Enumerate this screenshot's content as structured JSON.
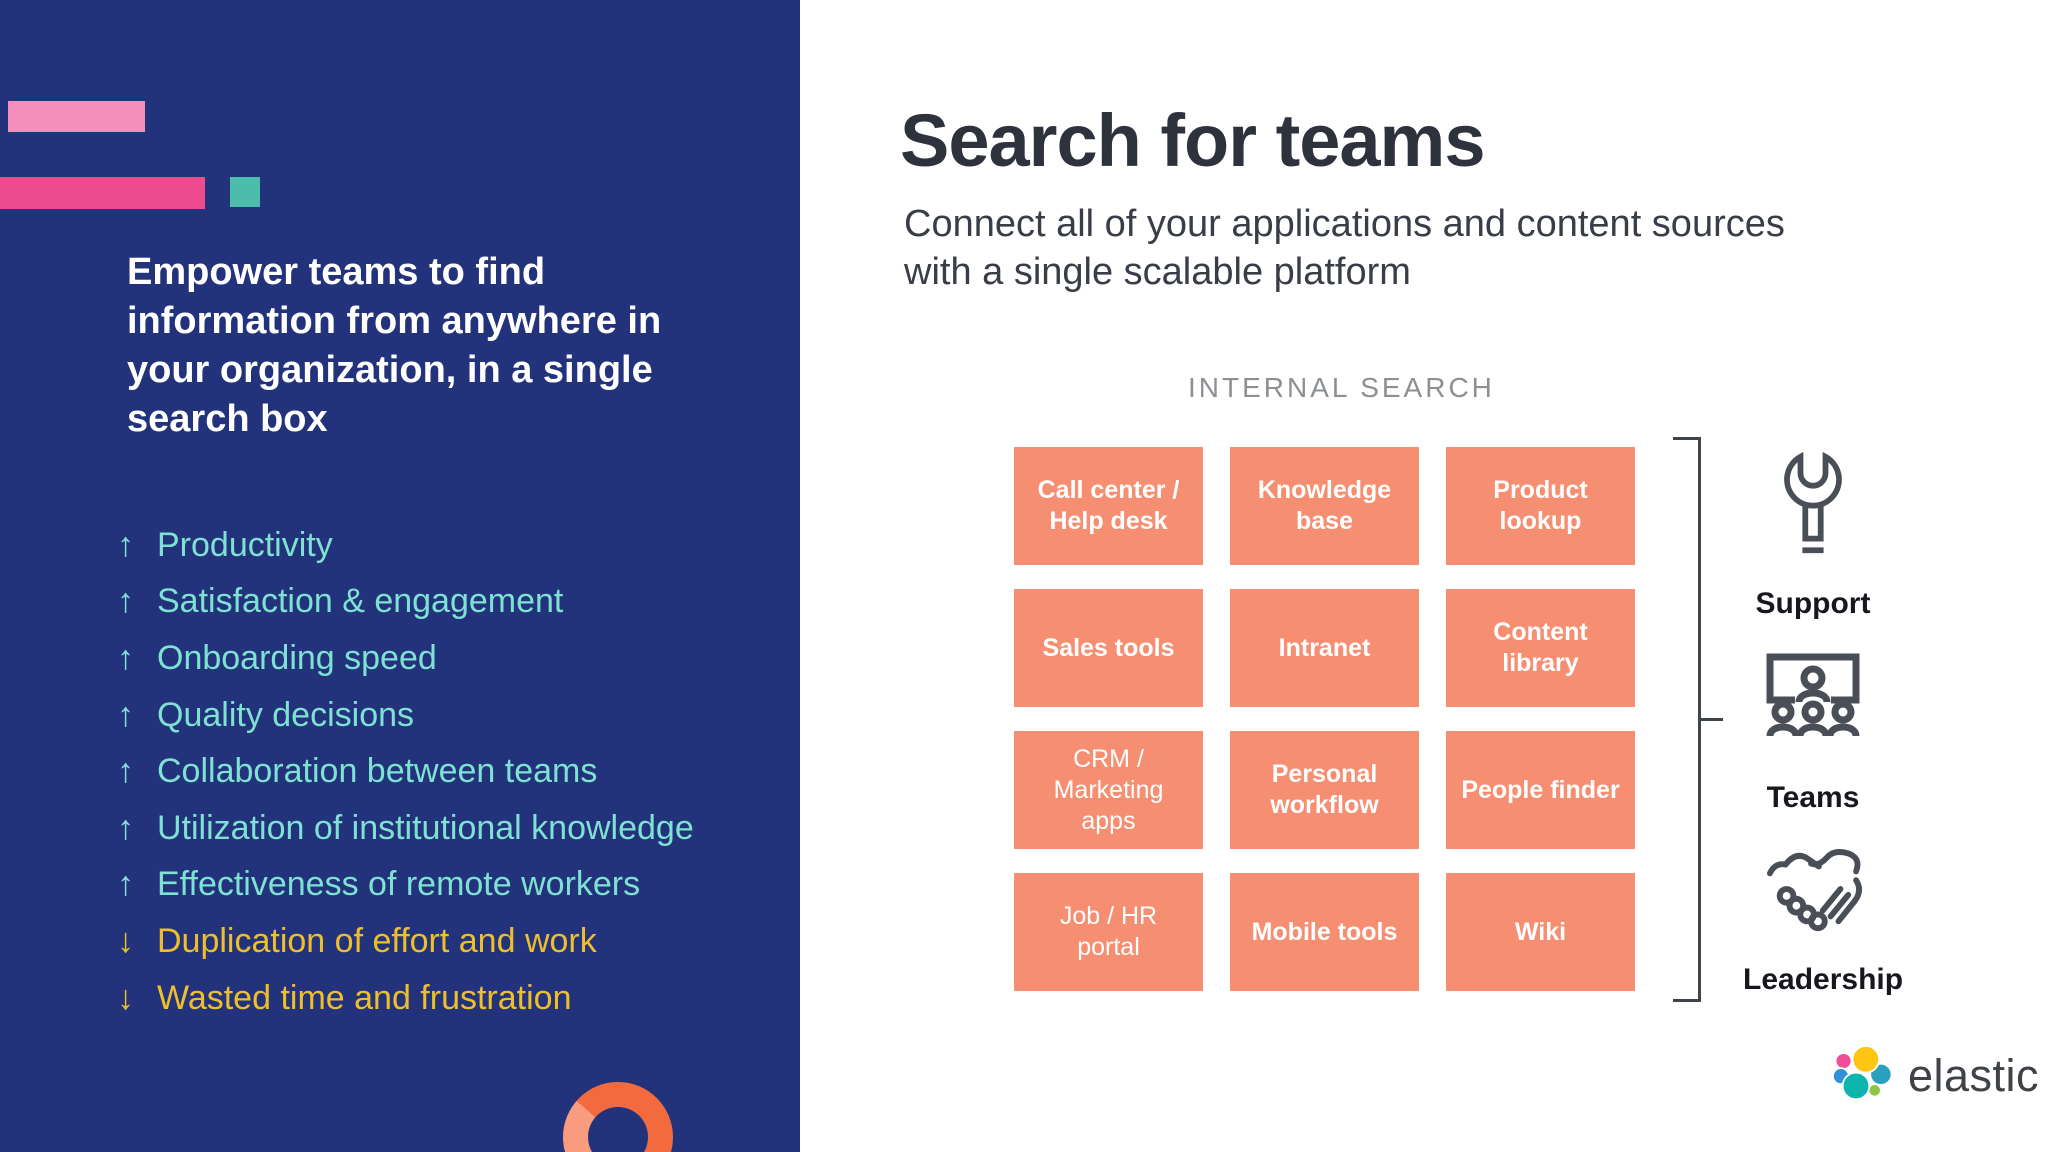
{
  "left_panel": {
    "heading": "Empower teams to find\ninformation from anywhere in\nyour organization, in a single\nsearch box",
    "benefits": [
      {
        "arrow": "↑",
        "trend": "up",
        "label": "Productivity"
      },
      {
        "arrow": "↑",
        "trend": "up",
        "label": "Satisfaction & engagement"
      },
      {
        "arrow": "↑",
        "trend": "up",
        "label": "Onboarding speed"
      },
      {
        "arrow": "↑",
        "trend": "up",
        "label": "Quality decisions"
      },
      {
        "arrow": "↑",
        "trend": "up",
        "label": "Collaboration between teams"
      },
      {
        "arrow": "↑",
        "trend": "up",
        "label": "Utilization of institutional knowledge"
      },
      {
        "arrow": "↑",
        "trend": "up",
        "label": "Effectiveness of remote workers"
      },
      {
        "arrow": "↓",
        "trend": "down",
        "label": "Duplication of effort and work"
      },
      {
        "arrow": "↓",
        "trend": "down",
        "label": "Wasted time and frustration"
      }
    ],
    "colors": {
      "background": "#22337B",
      "benefit_up": "#7EE1D2",
      "benefit_down": "#EFBF2B",
      "accent_pink_light": "#F78FBD",
      "accent_pink": "#EE4B90",
      "accent_teal": "#4CBCAB",
      "donut_orange": "#F26A3E",
      "donut_light": "#F89C7D"
    }
  },
  "main": {
    "title": "Search for teams",
    "subtitle": "Connect all of your applications and content sources\nwith a single scalable platform",
    "diagram_label": "INTERNAL SEARCH",
    "grid": {
      "tile_color": "#F68E72",
      "cells": [
        {
          "label": "Call center /\nHelp desk"
        },
        {
          "label": "Knowledge\nbase"
        },
        {
          "label": "Product\nlookup"
        },
        {
          "label": "Sales tools"
        },
        {
          "label": "Intranet"
        },
        {
          "label": "Content\nlibrary"
        },
        {
          "label": "CRM /\nMarketing\napps"
        },
        {
          "label": "Personal\nworkflow"
        },
        {
          "label": "People finder"
        },
        {
          "label": "Job / HR\nportal"
        },
        {
          "label": "Mobile tools"
        },
        {
          "label": "Wiki"
        }
      ]
    },
    "groups": [
      {
        "icon": "wrench-icon",
        "label": "Support"
      },
      {
        "icon": "presentation-audience-icon",
        "label": "Teams"
      },
      {
        "icon": "handshake-icon",
        "label": "Leadership"
      }
    ]
  },
  "branding": {
    "logo_text": "elastic"
  }
}
